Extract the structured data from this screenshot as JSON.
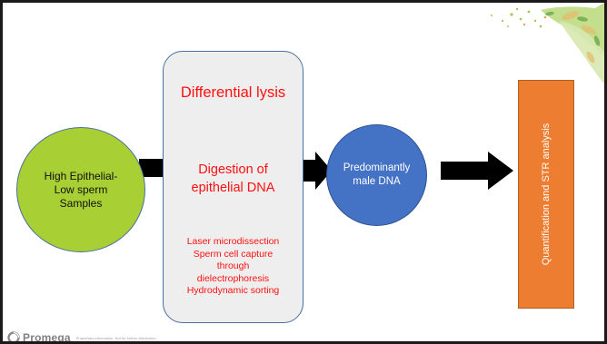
{
  "diagram": {
    "start_node": {
      "lines": [
        "High Epithelial-",
        "Low sperm",
        "Samples"
      ]
    },
    "process_box": {
      "title": "Differential lysis",
      "step2": [
        "Digestion of",
        "epithelial DNA"
      ],
      "methods": [
        "Laser microdissection",
        "Sperm cell capture",
        "through",
        "dielectrophoresis",
        "Hydrodynamic sorting"
      ]
    },
    "result_node": {
      "lines": [
        "Predominantly",
        "male DNA"
      ]
    },
    "final_box": {
      "label": "Quantification and STR analysis"
    }
  },
  "footer": {
    "logo_text": "Promega",
    "disclaimer": "Proprietary information. Not for further distribution."
  },
  "colors": {
    "green": "#a8cf34",
    "blue": "#4472c4",
    "orange": "#ed7d31",
    "red_text": "#ff1010",
    "box_fill": "#eeeeee"
  },
  "icons": {
    "logo": "promega-logo-icon",
    "corner": "leaf-decoration"
  }
}
